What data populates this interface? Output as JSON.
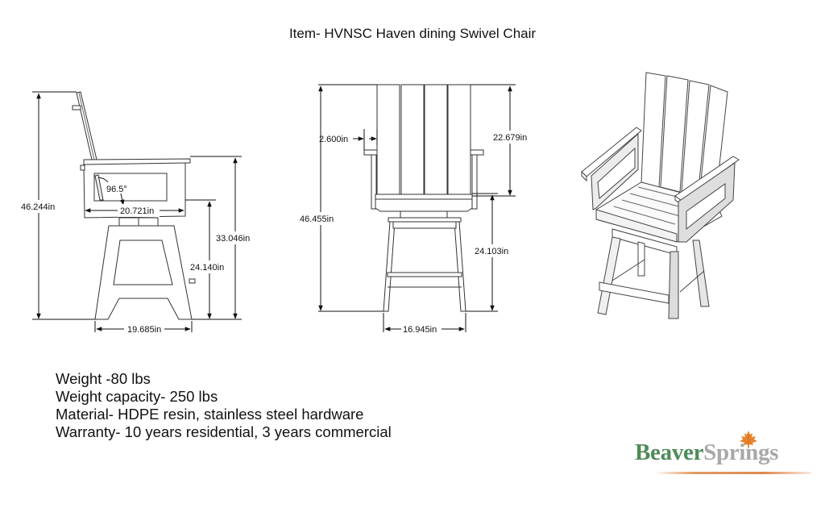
{
  "header": {
    "title": "Item- HVNSC Haven dining Swivel Chair"
  },
  "side_view": {
    "overall_height": "46.244in",
    "seat_angle": "96.5°",
    "seat_depth": "20.721in",
    "arm_height": "33.046in",
    "seat_height": "24.140in",
    "base_depth": "19.685in"
  },
  "front_view": {
    "overall_height": "46.455in",
    "arm_offset": "2.600in",
    "back_height": "22.679in",
    "seat_height": "24.103in",
    "base_width": "16.945in"
  },
  "specs": {
    "weight": "Weight -80 lbs",
    "capacity": "Weight capacity- 250 lbs",
    "material": "Material- HDPE resin, stainless steel hardware",
    "warranty": "Warranty- 10 years residential, 3 years commercial"
  },
  "logo": {
    "part1": "Beaver",
    "part2": "Springs",
    "icon": "maple-leaf-icon",
    "colors": {
      "green": "#4e8b57",
      "gray": "#a8a8a8",
      "orange": "#e08850"
    }
  }
}
